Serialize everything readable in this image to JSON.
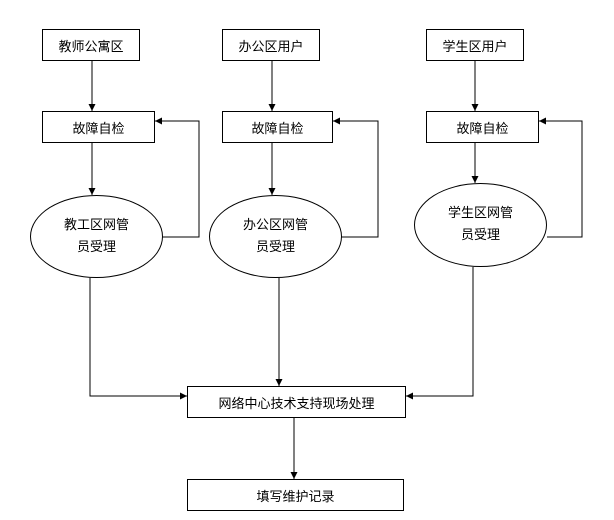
{
  "sources": {
    "teacher": "教师公寓区",
    "office": "办公区用户",
    "student": "学生区用户"
  },
  "self_check": {
    "teacher": "故障自检",
    "office": "故障自检",
    "student": "故障自检"
  },
  "admins": {
    "teacher": {
      "line1": "教工区网管",
      "line2": "员受理"
    },
    "office": {
      "line1": "办公区网管",
      "line2": "员受理"
    },
    "student": {
      "line1": "学生区网管",
      "line2": "员受理"
    }
  },
  "center": "网络中心技术支持现场处理",
  "record": "填写维护记录"
}
